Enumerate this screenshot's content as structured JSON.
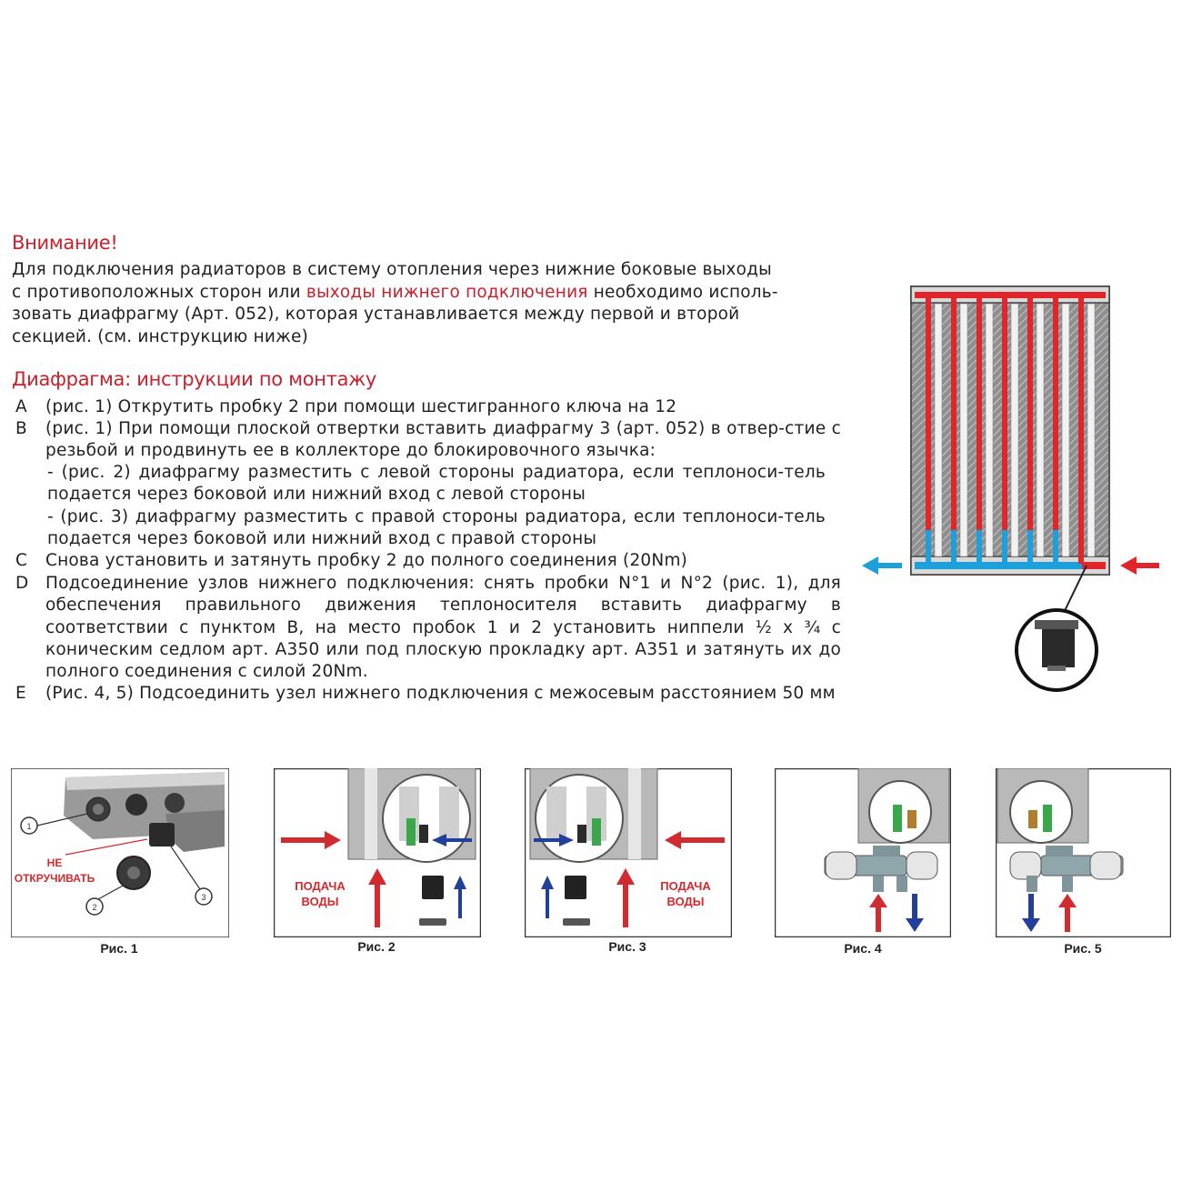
{
  "warning": {
    "title": "Внимание!",
    "line1": "Для подключения радиаторов в систему отопления через нижние боковые выходы",
    "line2_pre": "с противоположных сторон или ",
    "line2_red": "выходы нижнего подключения",
    "line2_post": " необходимо исполь-",
    "line3": "зовать диафрагму (Арт. 052), которая устанавливается между первой и второй",
    "line4": "секцией. (см. инструкцию ниже)"
  },
  "instructions": {
    "title": "Диафрагма: инструкции по монтажу",
    "items": [
      {
        "letter": "A",
        "text": "(рис. 1) Открутить пробку 2 при помощи шестигранного ключа на 12"
      },
      {
        "letter": "B",
        "text": "(рис. 1) При помощи плоской отвертки вставить диафрагму 3 (арт. 052) в отвер-стие с резьбой и продвинуть ее в коллекторе до блокировочного язычка:"
      },
      {
        "letter": "C",
        "text": "Снова установить и затянуть пробку 2 до полного соединения (20Nm)"
      },
      {
        "letter": "D",
        "text": "Подсоединение узлов нижнего подключения: снять пробки N°1 и N°2 (рис. 1), для обеспечения правильного движения теплоносителя вставить диафрагму в соответствии с пунктом B, на место пробок 1 и 2 установить ниппели ½ x ¾ с коническим седлом арт. A350 или под плоскую прокладку арт. A351 и затянуть их до полного соединения с силой 20Nm."
      },
      {
        "letter": "E",
        "text": "(Рис. 4, 5) Подсоединить узел нижнего подключения с межосевым расстоянием 50 мм"
      }
    ],
    "sub1": "- (рис. 2) диафрагму разместить с левой стороны радиатора, если теплоноси-тель подается через боковой или нижний вход с левой стороны",
    "sub2": "- (рис. 3) диафрагму разместить с правой стороны радиатора, если теплоноси-тель подается через боковой или нижний вход с правой стороны"
  },
  "figures": {
    "fig1": {
      "caption": "Рис. 1",
      "warning_label": "НЕ ОТКРУЧИВАТЬ",
      "markers": [
        "1",
        "2",
        "3"
      ]
    },
    "fig2": {
      "caption": "Рис. 2",
      "label": "ПОДАЧА ВОДЫ"
    },
    "fig3": {
      "caption": "Рис. 3",
      "label": "ПОДАЧА ВОДЫ"
    },
    "fig4": {
      "caption": "Рис. 4"
    },
    "fig5": {
      "caption": "Рис. 5"
    }
  },
  "colors": {
    "accent_red": "#c8212b",
    "hot": "#e0262b",
    "cold": "#1da0da",
    "arrow_blue": "#22409a"
  }
}
